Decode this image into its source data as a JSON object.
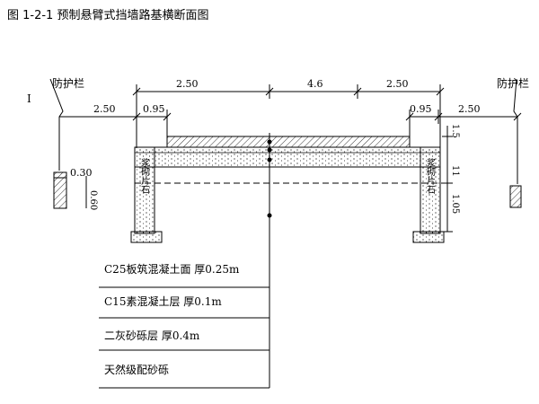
{
  "title": "图 1-2-1 预制悬臂式挡墙路基横断面图",
  "dimensions": {
    "left_wall": "2.50",
    "center": "4.6",
    "right_wall": "2.50",
    "left_sidewalk": "2.50",
    "left_cap": "0.95",
    "right_cap": "0.95",
    "right_sidewalk": "2.50",
    "right_top_height": "1.5",
    "left_post_width": "0.30",
    "left_post_height": "0.60",
    "right_side_height": "1.05"
  },
  "labels": {
    "left_guardrail": "防护栏",
    "right_guardrail": "防护栏",
    "left_wall_vertical": "浆砌片石",
    "right_wall_vertical": "浆砌片石",
    "marker_left": "I",
    "right_small_mark": "11"
  },
  "layers": [
    "C25板筑混凝土面  厚0.25m",
    "C15素混凝土层  厚0.1m",
    "二灰砂砾层  厚0.4m",
    "天然级配砂砾"
  ]
}
